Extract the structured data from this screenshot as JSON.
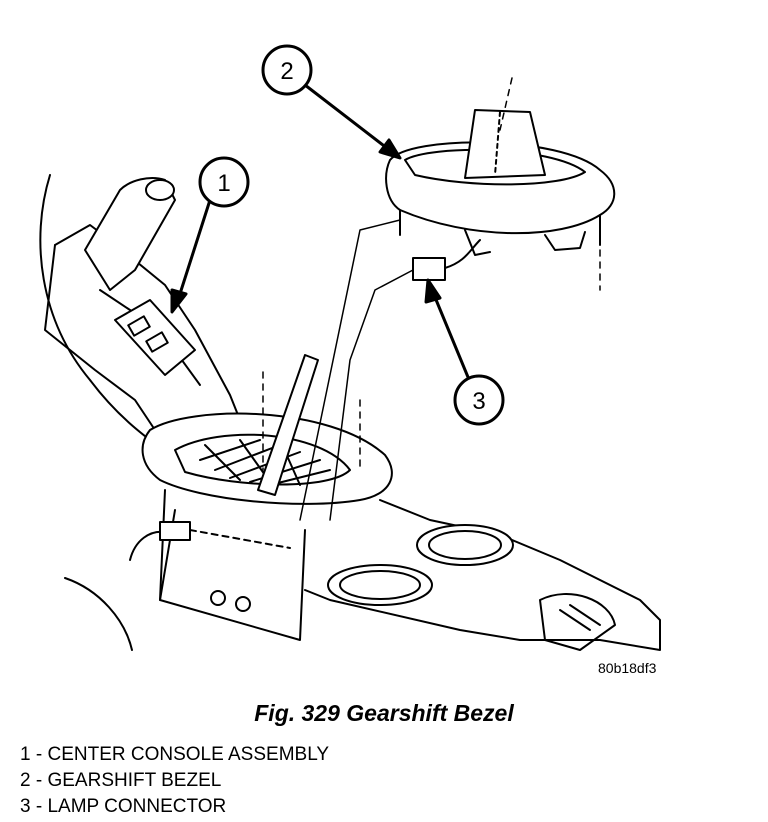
{
  "figure": {
    "id": "80b18df3",
    "caption": "Fig. 329 Gearshift Bezel",
    "callouts": [
      "1",
      "2",
      "3"
    ],
    "legend": [
      {
        "number": "1",
        "sep": " - ",
        "label": "CENTER CONSOLE ASSEMBLY"
      },
      {
        "number": "2",
        "sep": " - ",
        "label": "GEARSHIFT BEZEL"
      },
      {
        "number": "3",
        "sep": " - ",
        "label": "LAMP CONNECTOR"
      }
    ]
  }
}
